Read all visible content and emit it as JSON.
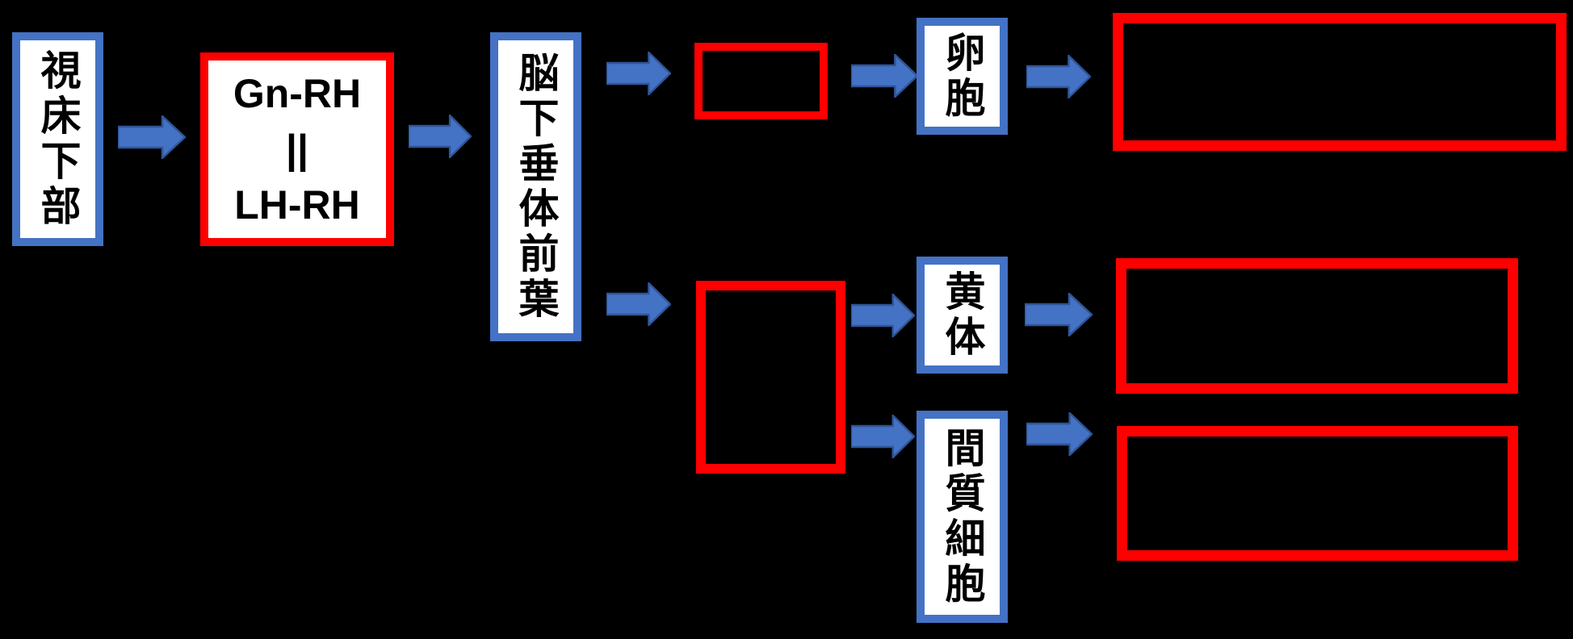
{
  "diagram": {
    "background_color": "#000000",
    "colors": {
      "arrow_fill": "#4472C4",
      "arrow_outline": "#2F5597",
      "labeled_box_border": "#4472C4",
      "blank_box_border": "#FF0000",
      "box_background": "#FFFFFF",
      "text": "#000000"
    },
    "nodes": {
      "hypothalamus": {
        "label": "視床下部"
      },
      "gnrh": {
        "line1": "Gn-RH",
        "line2": "||",
        "line3": "LH-RH"
      },
      "anterior_pituitary": {
        "label": "脳下垂体前葉"
      },
      "blank_hormone_top": {
        "label": ""
      },
      "follicle": {
        "label": "卵胞"
      },
      "blank_result_top": {
        "label": ""
      },
      "blank_hormone_bottom": {
        "label": ""
      },
      "corpus_luteum": {
        "label": "黄体"
      },
      "blank_result_middle": {
        "label": ""
      },
      "interstitial_cells": {
        "label": "間質細胞"
      },
      "blank_result_bottom": {
        "label": ""
      }
    },
    "edges": [
      "hypothalamus → gnrh",
      "gnrh → anterior_pituitary",
      "anterior_pituitary → blank_hormone_top",
      "blank_hormone_top → follicle",
      "follicle → blank_result_top",
      "anterior_pituitary → blank_hormone_bottom",
      "blank_hormone_bottom → corpus_luteum",
      "corpus_luteum → blank_result_middle",
      "blank_hormone_bottom → interstitial_cells",
      "interstitial_cells → blank_result_bottom"
    ]
  }
}
